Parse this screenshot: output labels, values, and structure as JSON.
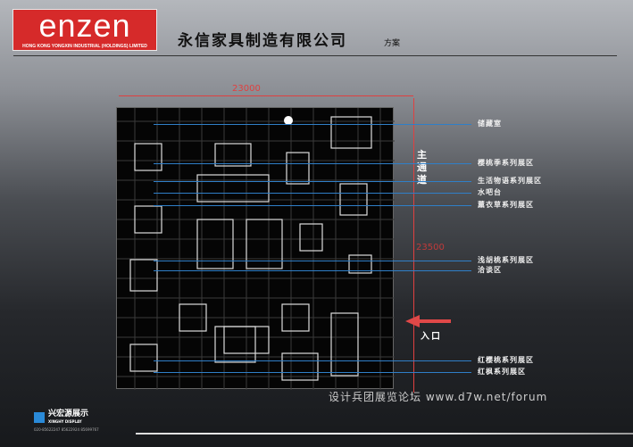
{
  "header": {
    "logo_text": "enzen",
    "logo_subtext": "HONG KONG YONGXIN INDUSTRIAL (HOLDINGS) LIMITED",
    "title": "永信家具制造有限公司",
    "subtitle": "方案"
  },
  "plan": {
    "width_dim": "23000",
    "depth_dim": "23500",
    "main_aisle": "主通道",
    "entrance": "入口",
    "labels": [
      "储藏室",
      "樱桃季系列展区",
      "生活物语系列展区",
      "水吧台",
      "薰衣草系列展区",
      "浅胡桃系列展区",
      "洽谈区",
      "红樱桃系列展区",
      "红枫系列展区"
    ]
  },
  "watermark": "设计兵团展览论坛 www.d7w.net/forum",
  "footer": {
    "brand_cn": "兴宏源展示",
    "brand_en": "XINGHY DISPLAY",
    "phones": "020-85622247 85622924 85699767"
  },
  "colors": {
    "accent": "#d62a2a",
    "leader": "#2f7fc8",
    "dimension": "#e04040"
  }
}
